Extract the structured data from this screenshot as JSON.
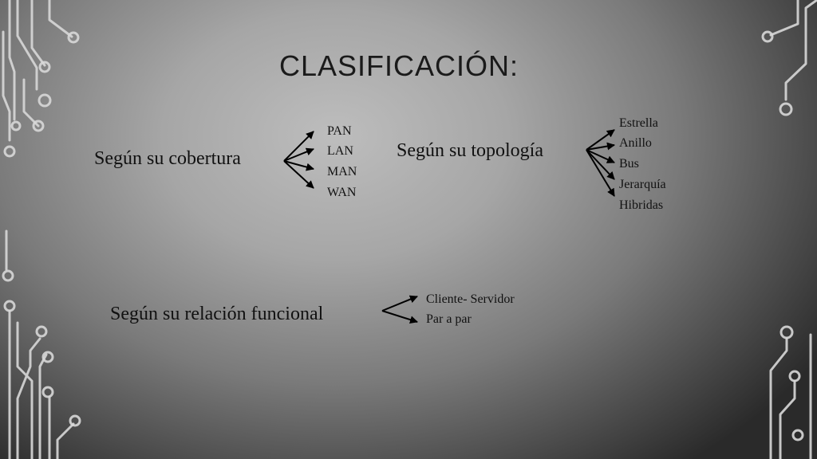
{
  "slide": {
    "title": "CLASIFICACIÓN:"
  },
  "groups": [
    {
      "heading": "Según su cobertura",
      "options": [
        "PAN",
        "LAN",
        "MAN",
        "WAN"
      ]
    },
    {
      "heading": "Según su topología",
      "options": [
        "Estrella",
        "Anillo",
        "Bus",
        "Jerarquía",
        "Hibridas"
      ]
    },
    {
      "heading": "Según su relación funcional",
      "options": [
        "Cliente- Servidor",
        "Par a par"
      ]
    }
  ],
  "colors": {
    "circuit": "#d8d8d8",
    "text": "#111111"
  }
}
